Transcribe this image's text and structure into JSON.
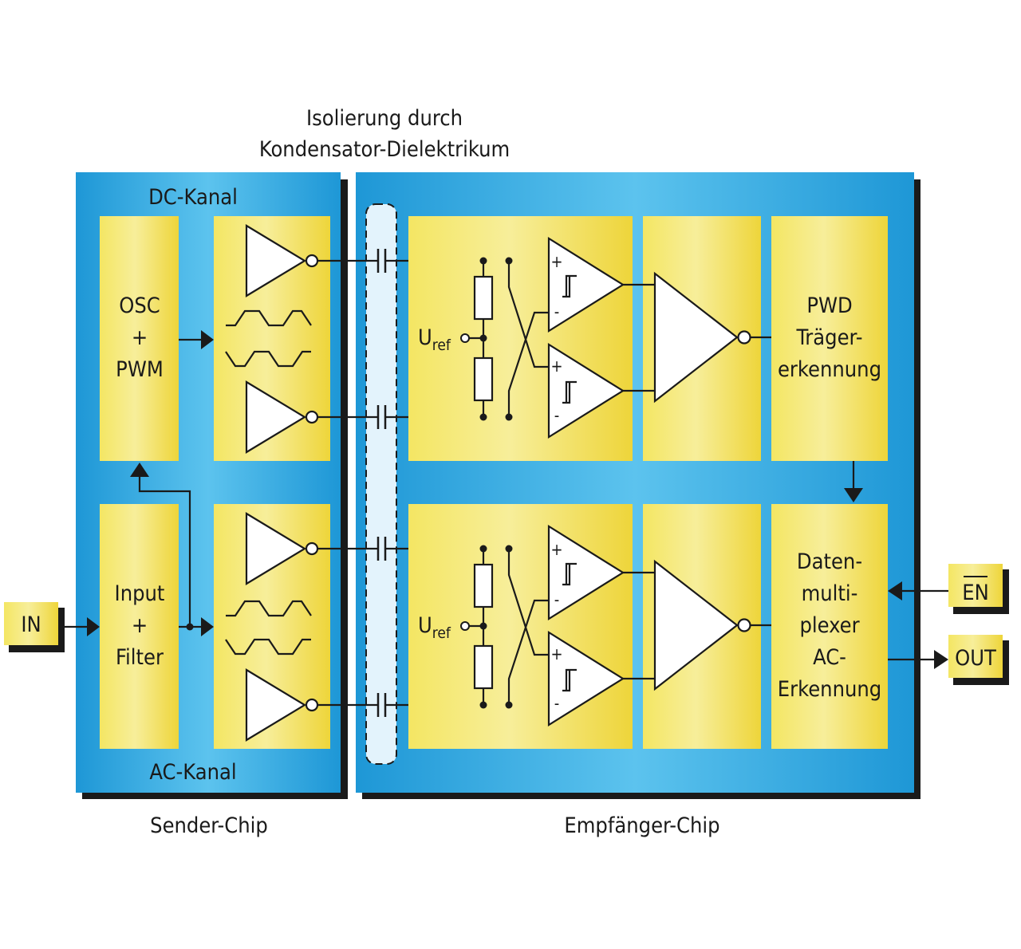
{
  "header": {
    "isolation_line1": "Isolierung durch",
    "isolation_line2": "Kondensator-Dielektrikum"
  },
  "sender": {
    "dc_channel_label": "DC-Kanal",
    "ac_channel_label": "AC-Kanal",
    "chip_label": "Sender-Chip",
    "osc_lines": [
      "OSC",
      "+",
      "PWM"
    ],
    "input_lines": [
      "Input",
      "+",
      "Filter"
    ]
  },
  "receiver": {
    "chip_label": "Empfänger-Chip",
    "uref_main": "U",
    "uref_sub": "ref",
    "pwd_lines": [
      "PWD",
      "Träger-",
      "erkennung"
    ],
    "mux_lines": [
      "Daten-",
      "multi-",
      "plexer",
      "AC-",
      "Erkennung"
    ]
  },
  "io": {
    "in_label": "IN",
    "en_label": "EN",
    "out_label": "OUT"
  },
  "comparator_signs": {
    "plus": "+",
    "minus": "-"
  },
  "colors": {
    "chip_blue": "#27a3df",
    "block_yellow": "#f2e040",
    "dielectric": "#dff1fb",
    "shadow": "#1a1a1a"
  }
}
